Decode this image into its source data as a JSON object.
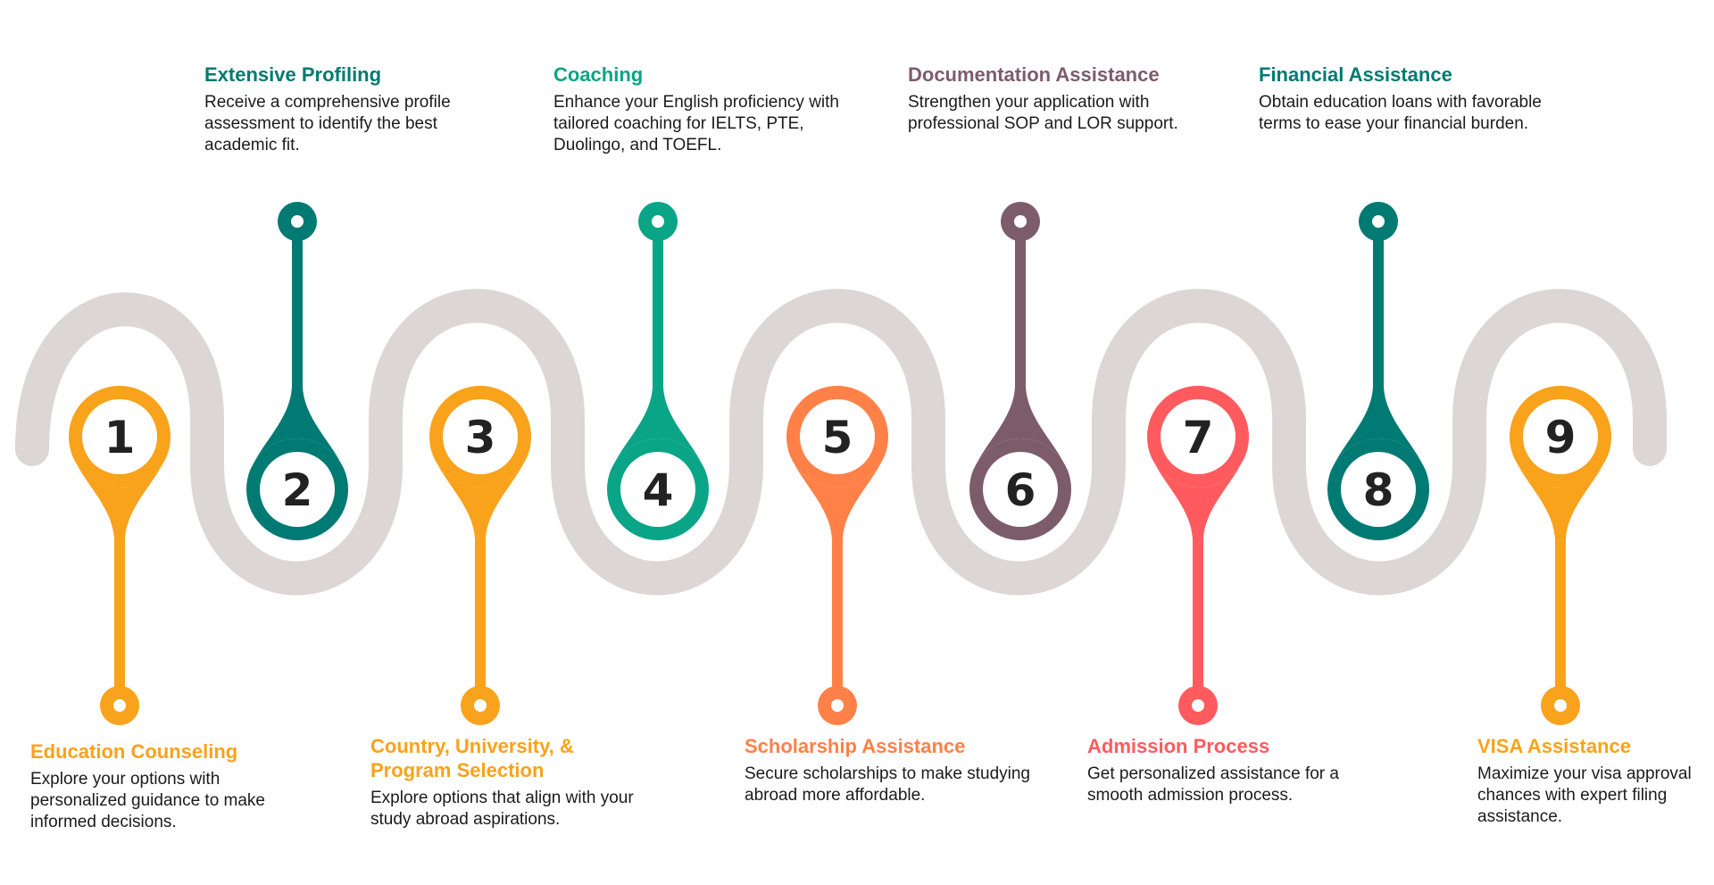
{
  "colors": {
    "track": "#dcd7d5",
    "orange": "#f9a21b",
    "teal": "#007a73",
    "green": "#0aa586",
    "coral": "#ff8148",
    "mauve": "#7d5c6a",
    "red": "#ff5b5e"
  },
  "steps": [
    {
      "number": "1",
      "title": "Education Counseling",
      "description": "Explore your options with personalized guidance to make informed decisions.",
      "color": "#f9a21b"
    },
    {
      "number": "2",
      "title": "Extensive Profiling",
      "description": "Receive a comprehensive profile assessment to identify the best academic fit.",
      "color": "#007a73"
    },
    {
      "number": "3",
      "title": "Country, University, & Program Selection",
      "description": "Explore options that align with your study abroad aspirations.",
      "color": "#f9a21b"
    },
    {
      "number": "4",
      "title": "Coaching",
      "description": "Enhance your English proficiency with tailored coaching for IELTS, PTE, Duolingo, and TOEFL.",
      "color": "#0aa586"
    },
    {
      "number": "5",
      "title": "Scholarship Assistance",
      "description": "Secure scholarships to make studying abroad more affordable.",
      "color": "#ff8148"
    },
    {
      "number": "6",
      "title": "Documentation Assistance",
      "description": "Strengthen your application with professional SOP and LOR support.",
      "color": "#7d5c6a"
    },
    {
      "number": "7",
      "title": "Admission Process",
      "description": "Get personalized assistance for a smooth admission process.",
      "color": "#ff5b5e"
    },
    {
      "number": "8",
      "title": "Financial Assistance",
      "description": "Obtain education loans with favorable terms to ease your financial burden.",
      "color": "#007a73"
    },
    {
      "number": "9",
      "title": "VISA Assistance",
      "description": "Maximize your visa approval chances with expert filing assistance.",
      "color": "#f9a21b"
    }
  ]
}
